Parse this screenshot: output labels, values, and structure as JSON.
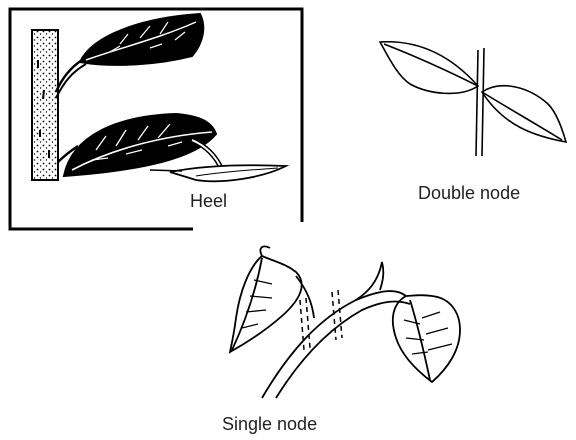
{
  "figures": {
    "heel": {
      "caption": "Heel"
    },
    "double_node": {
      "caption": "Double node"
    },
    "single_node": {
      "caption": "Single node"
    }
  },
  "colors": {
    "ink": "#000000",
    "paper": "#ffffff"
  }
}
